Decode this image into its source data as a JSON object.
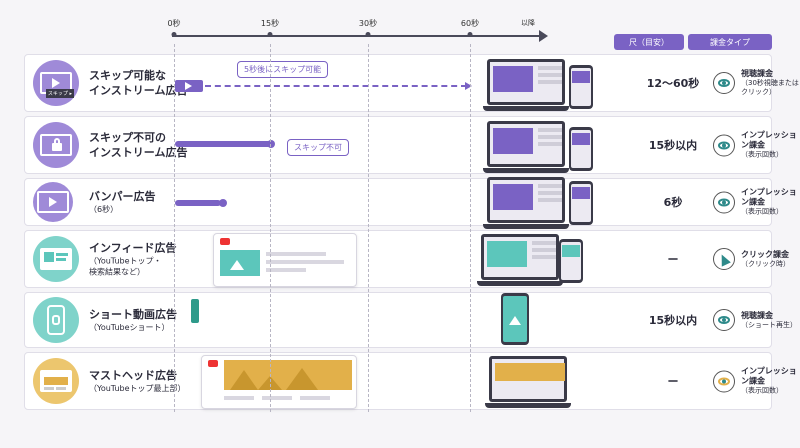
{
  "timeline": {
    "ticks": [
      "0秒",
      "15秒",
      "30秒",
      "60秒",
      "以降"
    ]
  },
  "columns": {
    "size_header": "尺（目安）",
    "billing_header": "課金タイプ"
  },
  "colors": {
    "purple": "#7a62c4",
    "teal": "#5cc6bb",
    "gold": "#e2b04a",
    "dark": "#3a3a48"
  },
  "rows": [
    {
      "title": "スキップ可能な\nインストリーム広告",
      "subtitle": "",
      "size": "12〜60秒",
      "billing": "視聴課金",
      "billing_note": "（30秒視聴または\nクリック）",
      "callout": "5秒後にスキップ可能",
      "skip_label": "スキップ ▸"
    },
    {
      "title": "スキップ不可の\nインストリーム広告",
      "subtitle": "",
      "size": "15秒以内",
      "billing": "インプレッション課金",
      "billing_note": "（表示回数）",
      "callout": "スキップ不可"
    },
    {
      "title": "バンパー広告",
      "subtitle": "（6秒）",
      "size": "6秒",
      "billing": "インプレッション課金",
      "billing_note": "（表示回数）"
    },
    {
      "title": "インフィード広告",
      "subtitle": "（YouTubeトップ・\n検索結果など）",
      "size": "ー",
      "billing": "クリック課金",
      "billing_note": "（クリック時）"
    },
    {
      "title": "ショート動画広告",
      "subtitle": "（YouTubeショート）",
      "size": "15秒以内",
      "billing": "視聴課金",
      "billing_note": "（ショート再生）"
    },
    {
      "title": "マストヘッド広告",
      "subtitle": "（YouTubeトップ最上部）",
      "size": "ー",
      "billing": "インプレッション課金",
      "billing_note": "（表示回数）"
    }
  ],
  "icons": {
    "play": "play-icon",
    "lock": "lock-icon",
    "eye": "eye-icon",
    "cursor": "cursor-icon",
    "shorts": "shorts-icon",
    "mountain": "mountain-icon"
  }
}
